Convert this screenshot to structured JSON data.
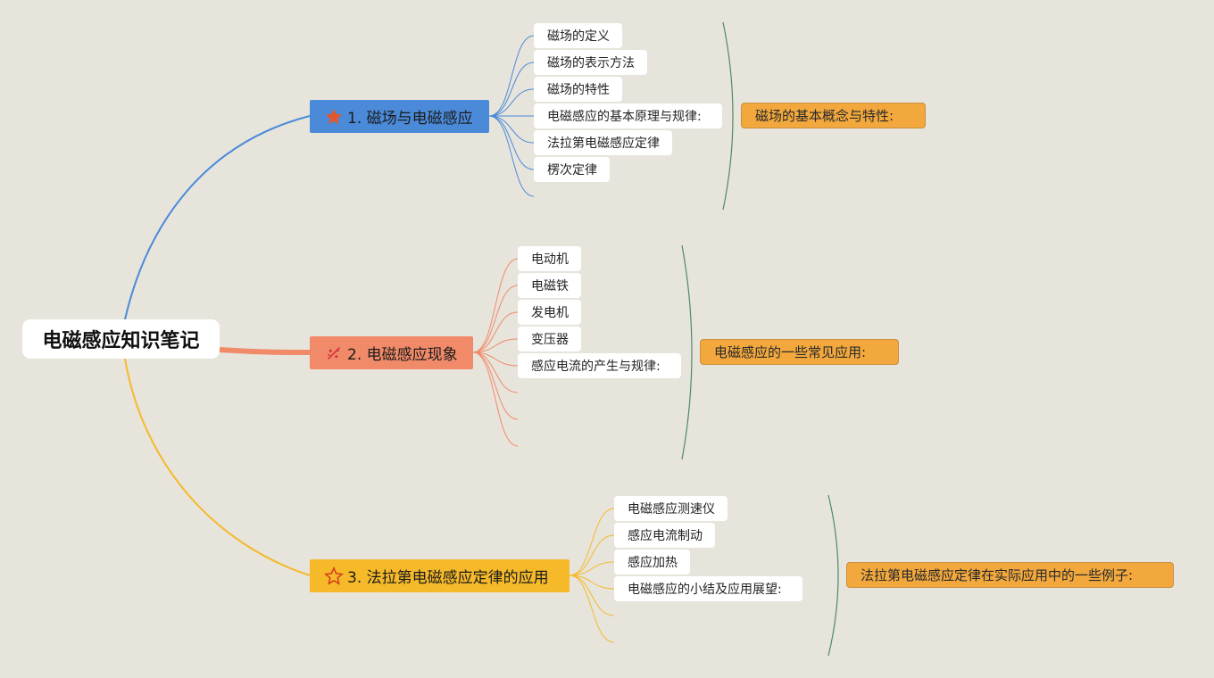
{
  "root": {
    "title": "电磁感应知识笔记"
  },
  "branches": [
    {
      "label": "1. 磁场与电磁感应",
      "icon": "star-filled-icon",
      "color": "#4a8ad9",
      "items": [
        "磁场的定义",
        "磁场的表示方法",
        "磁场的特性",
        "电磁感应的基本原理与规律:",
        "法拉第电磁感应定律",
        "楞次定律"
      ],
      "summary": "磁场的基本概念与特性:"
    },
    {
      "label": "2. 电磁感应现象",
      "icon": "sparkle-icon",
      "color": "#f18a68",
      "items": [
        "电动机",
        "电磁铁",
        "发电机",
        "变压器",
        "感应电流的产生与规律:"
      ],
      "summary": "电磁感应的一些常见应用:"
    },
    {
      "label": "3. 法拉第电磁感应定律的应用",
      "icon": "star-outline-icon",
      "color": "#f5b929",
      "items": [
        "电磁感应测速仪",
        "感应电流制动",
        "感应加热",
        "电磁感应的小结及应用展望:"
      ],
      "summary": "法拉第电磁感应定律在实际应用中的一些例子:"
    }
  ],
  "colors": {
    "background": "#e7e4dc",
    "summary_fill": "#f2a83d",
    "bracket": "#4e8a6a"
  }
}
